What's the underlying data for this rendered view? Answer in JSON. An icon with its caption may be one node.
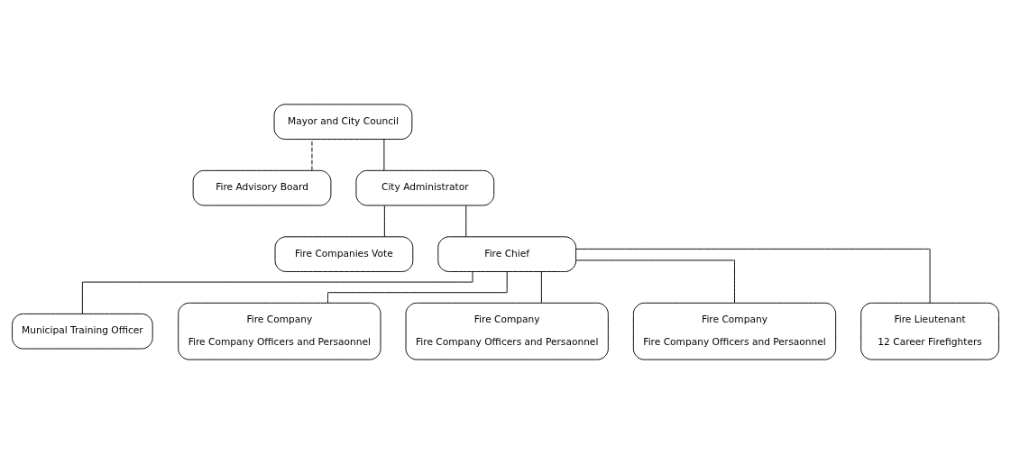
{
  "diagram": {
    "nodes": [
      {
        "text": [
          "Mayor and City Council"
        ]
      },
      {
        "text": [
          "Fire Advisory Board"
        ]
      },
      {
        "text": [
          "City Administrator"
        ]
      },
      {
        "text": [
          "Fire Companies Vote"
        ]
      },
      {
        "text": [
          "Fire Chief"
        ]
      },
      {
        "text": [
          "Municipal Training Officer"
        ]
      },
      {
        "text": [
          "Fire Company",
          "Fire Company Officers and Persaonnel"
        ]
      },
      {
        "text": [
          "Fire Company",
          "Fire Company Officers and Persaonnel"
        ]
      },
      {
        "text": [
          "Fire Company",
          "Fire Company Officers and Persaonnel"
        ]
      },
      {
        "text": [
          "Fire Lieutenant",
          "12 Career Firefighters"
        ]
      }
    ],
    "edges": [
      {
        "from": 0,
        "to": 2,
        "arrow": "none"
      },
      {
        "from": 1,
        "to": 0,
        "arrow": "none",
        "style": "dashed"
      },
      {
        "from": 2,
        "to": 3,
        "arrow": "none"
      },
      {
        "from": 2,
        "to": 4,
        "arrow": "none"
      },
      {
        "from": 4,
        "to": 5,
        "arrow": "none"
      },
      {
        "from": 4,
        "to": 6,
        "arrow": "none"
      },
      {
        "from": 4,
        "to": 7,
        "arrow": "none"
      },
      {
        "from": 4,
        "to": 8,
        "arrow": "none"
      },
      {
        "from": 4,
        "to": 9,
        "arrow": "none"
      }
    ]
  }
}
